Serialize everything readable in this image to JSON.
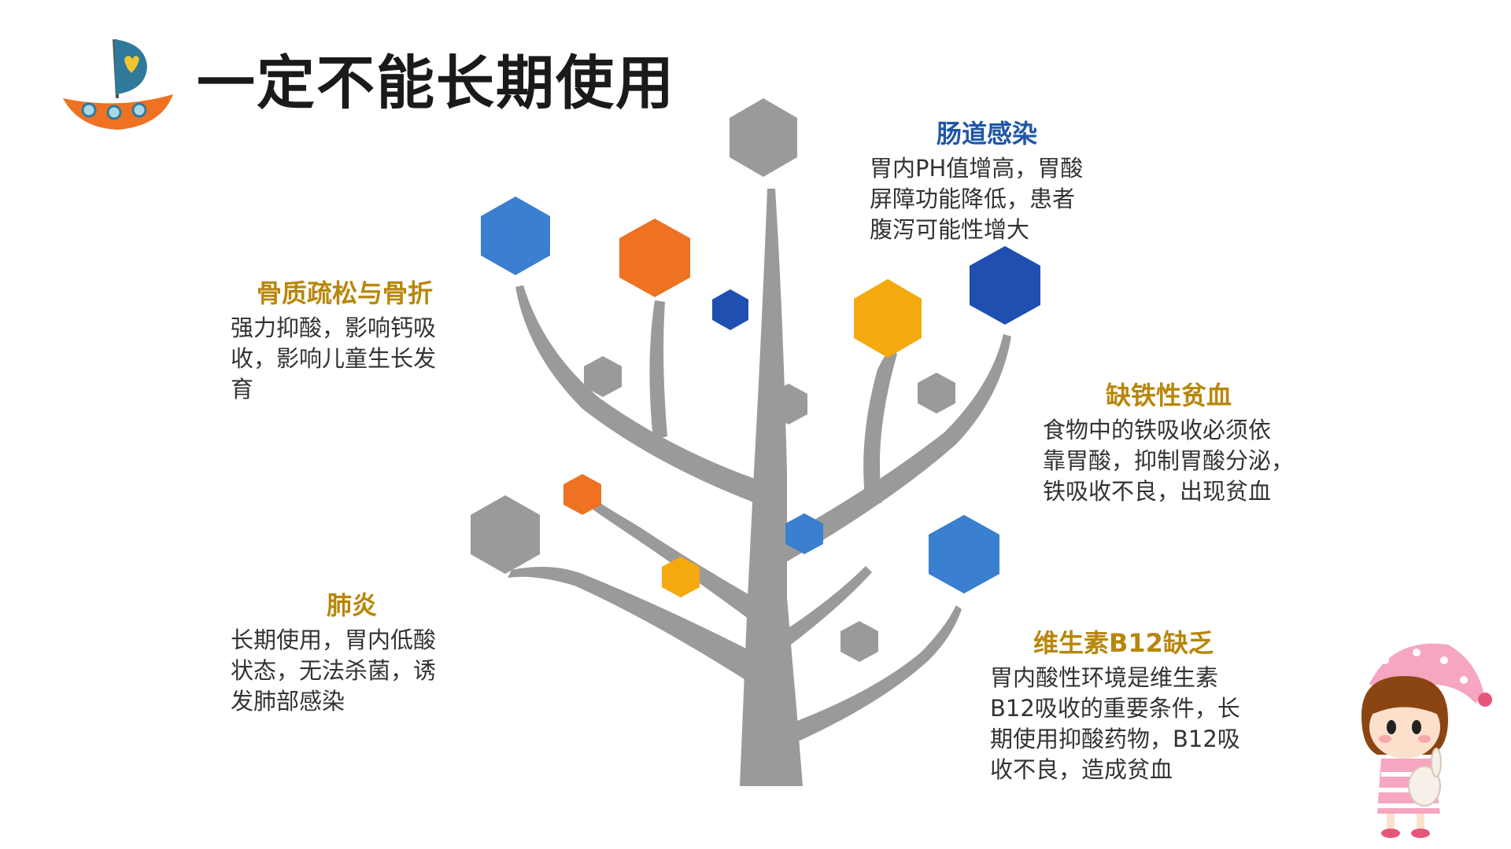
{
  "title": "一定不能长期使用",
  "colors": {
    "blue_head": "#1f56a8",
    "gold_head": "#b8860b",
    "text": "#333333",
    "trunk": "#999999",
    "hex_gray": "#9a9a9a",
    "hex_blue": "#3a7fd0",
    "hex_dark_blue": "#1f4fb0",
    "hex_orange": "#ee7222",
    "hex_yellow": "#f4a90f"
  },
  "items": [
    {
      "id": "intestinal",
      "heading": "肠道感染",
      "lines": [
        "胃内PH值增高，胃酸",
        "屏障功能降低，患者",
        "腹泻可能性增大"
      ]
    },
    {
      "id": "osteoporosis",
      "heading": "骨质疏松与骨折",
      "lines": [
        "强力抑酸，影响钙吸",
        "收，影响儿童生长发",
        "育"
      ]
    },
    {
      "id": "iron",
      "heading": "缺铁性贫血",
      "lines": [
        "食物中的铁吸收必须依",
        "靠胃酸，抑制胃酸分泌，",
        "铁吸收不良，出现贫血"
      ]
    },
    {
      "id": "pneumonia",
      "heading": "肺炎",
      "lines": [
        "长期使用，胃内低酸",
        "状态，无法杀菌，诱",
        "发肺部感染"
      ]
    },
    {
      "id": "b12",
      "heading": "维生素B12缺乏",
      "lines": [
        "胃内酸性环境是维生素",
        "B12吸收的重要条件，长",
        "期使用抑酸药物，B12吸",
        "收不良，造成贫血"
      ]
    }
  ]
}
